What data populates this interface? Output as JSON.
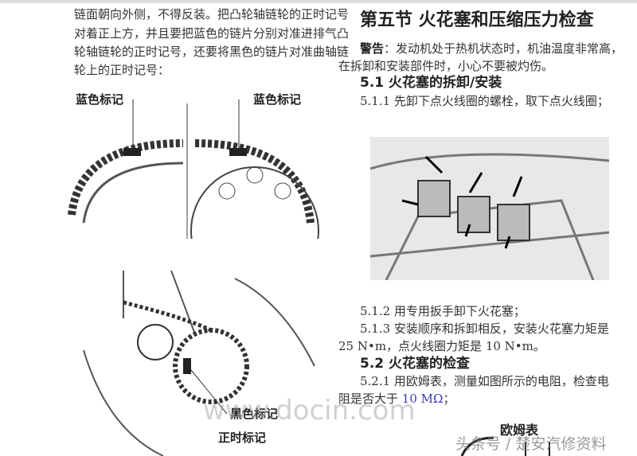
{
  "left": {
    "paragraph": [
      "链面朝向外侧，不得反装。把凸轮轴链轮的正时记号",
      "对着正上方，并且要把蓝色的链片分别对准进排气凸",
      "轮轴链轮的正时记号，还要将黑色的链片对准曲轴链",
      "轮上的正时记号："
    ],
    "fig_top_labels": [
      "蓝色标记",
      "蓝色标记"
    ],
    "fig_bottom_labels": [
      "黑色标记",
      "正时标记"
    ]
  },
  "right": {
    "title": "第五节  火花塞和压缩压力检查",
    "warning_label": "警告",
    "warning_text": "：发动机处于热机状态时，机油温度非常高，",
    "warning_text2": "在拆卸和安装部件时，小心不要被灼伤。",
    "s51": "5.1 火花塞的拆卸/安装",
    "s511": "5.1.1 先卸下点火线圈的螺栓，取下点火线圈；",
    "s512": "5.1.2 用专用扳手卸下火花塞；",
    "s513": "5.1.3 安装顺序和拆卸相反，安装火花塞力矩是",
    "s513b": "25 N•m，点火线圈力矩是 10 N•m。",
    "s52": "5.2 火花塞的检查",
    "s521": "5.2.1 用欧姆表，测量如图所示的电阻，检查电",
    "s521b": "阻是否大于 ",
    "s521_value": "10 MΩ",
    "s521_end": "；",
    "ohm_label": "欧姆表"
  },
  "watermarks": {
    "docin": "www.docin.com",
    "toutiao": "头条号 / 楚安汽修资料"
  },
  "colors": {
    "value_blue": "#3a3ab0"
  }
}
